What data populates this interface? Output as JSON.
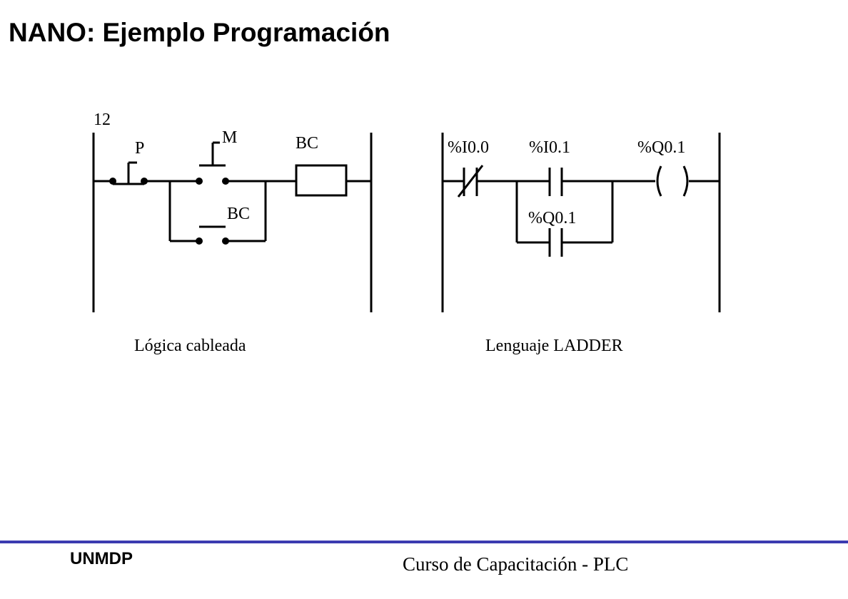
{
  "title": "NANO: Ejemplo Programación",
  "wired_logic": {
    "rung_number": "12",
    "label_p": "P",
    "label_m": "M",
    "label_bc_coil": "BC",
    "label_bc_contact": "BC",
    "caption": "Lógica cableada"
  },
  "ladder": {
    "contact_nc": "%I0.0",
    "contact_no": "%I0.1",
    "coil": "%Q0.1",
    "latch_contact": "%Q0.1",
    "caption": "Lenguaje LADDER"
  },
  "footer": {
    "organization": "UNMDP",
    "course": "Curso de Capacitación - PLC"
  },
  "colors": {
    "accent_rule": "#3b3bb0",
    "line": "#000000"
  }
}
